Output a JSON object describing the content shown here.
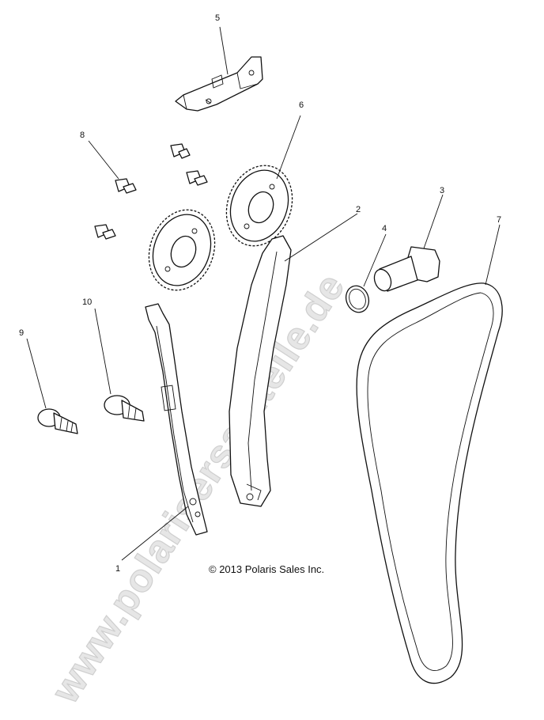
{
  "watermark": {
    "text": "www.polarisersatzteile.de",
    "color": "#e0e0e0"
  },
  "copyright": "© 2013 Polaris Sales Inc.",
  "callouts": [
    {
      "id": "1",
      "label": "1"
    },
    {
      "id": "2",
      "label": "2"
    },
    {
      "id": "3",
      "label": "3"
    },
    {
      "id": "4",
      "label": "4"
    },
    {
      "id": "5",
      "label": "5"
    },
    {
      "id": "6",
      "label": "6"
    },
    {
      "id": "7",
      "label": "7"
    },
    {
      "id": "8",
      "label": "8"
    },
    {
      "id": "9",
      "label": "9"
    },
    {
      "id": "10",
      "label": "10"
    }
  ]
}
